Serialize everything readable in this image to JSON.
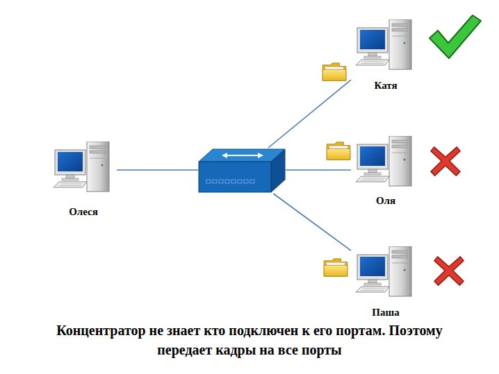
{
  "diagram": {
    "caption": "Концентратор не знает кто подключен к его портам. Поэтому передает кадры на все порты",
    "nodes": [
      {
        "text": [
          "Олеся"
        ]
      },
      {
        "text": []
      },
      {
        "text": [
          "Катя"
        ]
      },
      {
        "text": [
          "Оля"
        ]
      },
      {
        "text": [
          "Паша"
        ]
      }
    ],
    "edges": [
      {
        "from": 0,
        "to": 1,
        "arrow": "none"
      },
      {
        "from": 1,
        "to": 2,
        "arrow": "none"
      },
      {
        "from": 1,
        "to": 3,
        "arrow": "none"
      },
      {
        "from": 1,
        "to": 4,
        "arrow": "none"
      }
    ]
  }
}
